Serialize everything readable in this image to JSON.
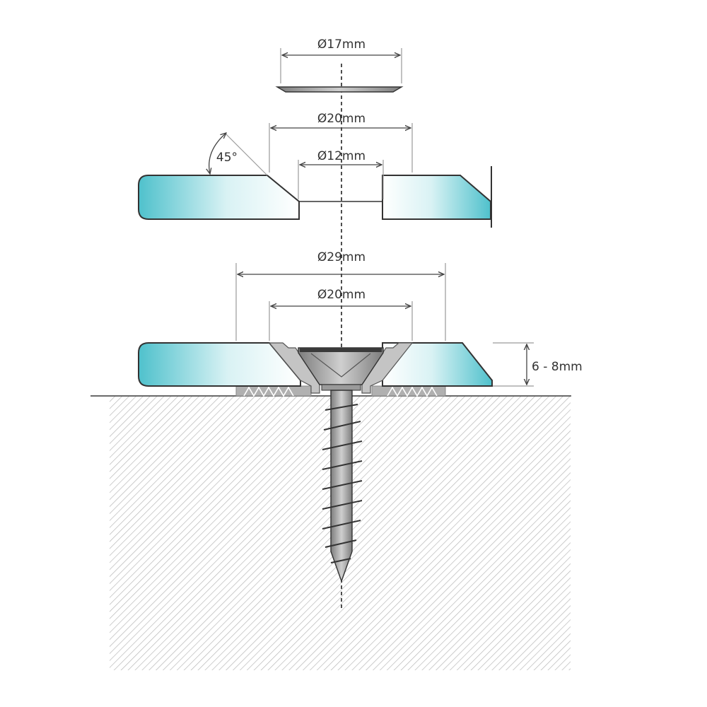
{
  "labels": {
    "cap_diameter": "Ø17mm",
    "glass_hole_outer": "Ø20mm",
    "glass_hole_inner": "Ø12mm",
    "countersink_angle": "45°",
    "washer_outer": "Ø29mm",
    "washer_inner": "Ø20mm",
    "glass_thickness": "6 - 8mm"
  },
  "colors": {
    "glass": "#5cc6d0",
    "hatch": "#b8b8b8",
    "metal": "#a9a9a9",
    "dimension": "#444444"
  }
}
